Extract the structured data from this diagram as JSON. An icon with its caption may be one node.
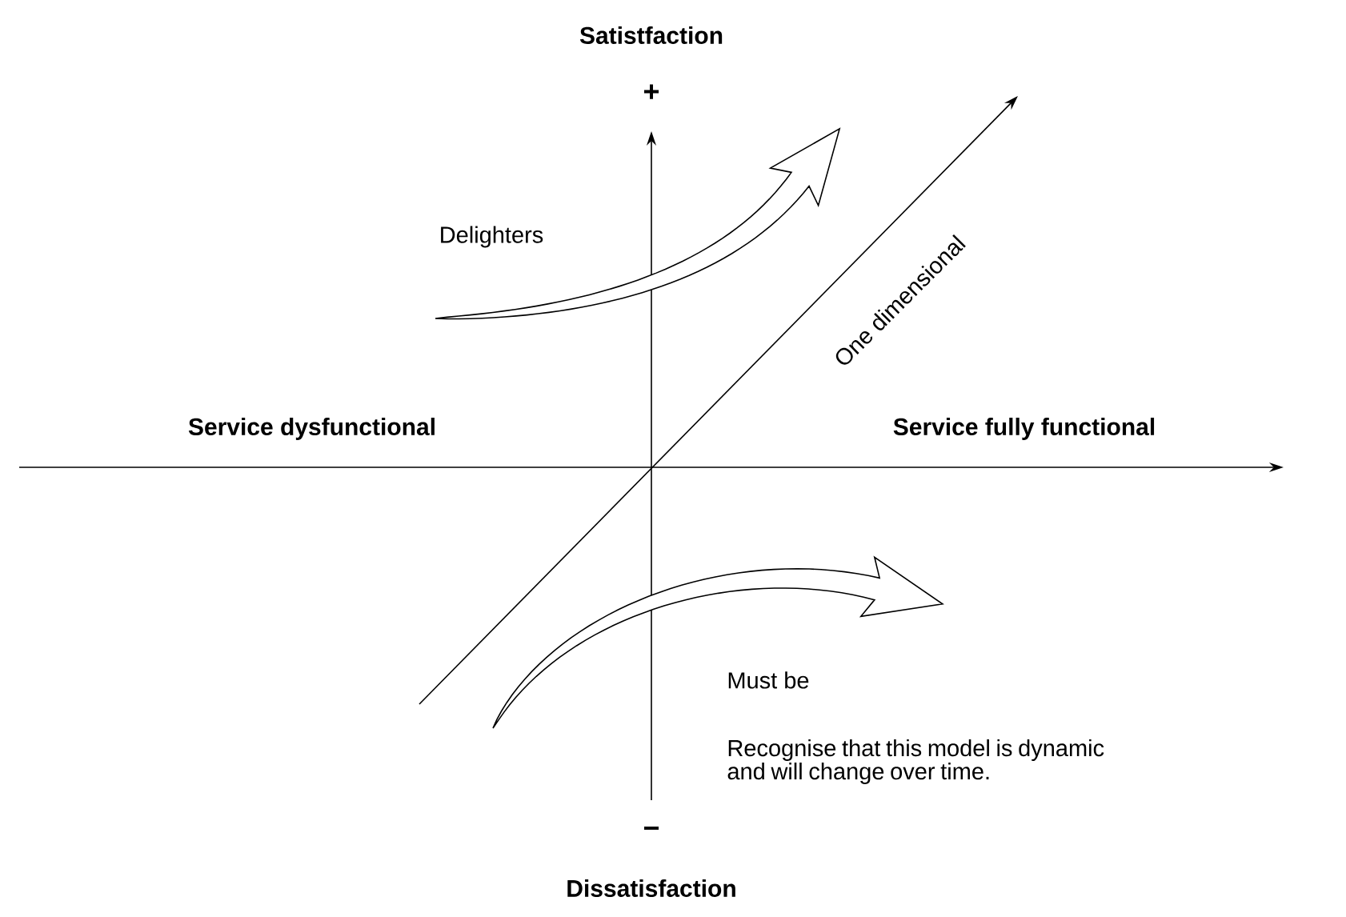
{
  "diagram": {
    "labels": [
      "Satistfaction",
      "+",
      "Delighters",
      "One dimensional",
      "Service dysfunctional",
      "Service fully functional",
      "Must be",
      "Recognise that this model is dynamic and will change over time.",
      "−",
      "Dissatisfaction"
    ]
  }
}
